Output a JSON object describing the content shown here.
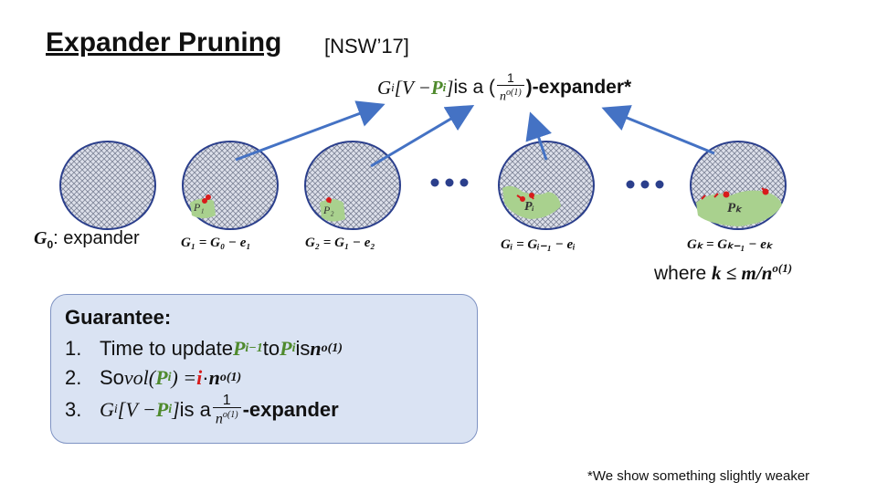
{
  "slide": {
    "title": "Expander Pruning",
    "citation": "[NSW’17]"
  },
  "headline": {
    "graph": "G",
    "graph_sub": "i",
    "bracket_open": "[V − ",
    "set": "P",
    "set_sub": "i",
    "bracket_close": "]",
    "is_a": " is a (",
    "frac_num": "1",
    "frac_den": "n",
    "frac_den_exp": "o(1)",
    "suffix": ")-expander*"
  },
  "g0": {
    "symbol": "G",
    "sub": "0",
    "text": ": expander"
  },
  "graphs": [
    {
      "label": "G₁ = G₀ − e₁",
      "patch": "P₁"
    },
    {
      "label": "G₂ = G₁ − e₂",
      "patch": "P₂"
    },
    {
      "label": "Gᵢ = Gᵢ₋₁ − eᵢ",
      "patch": "Pᵢ"
    },
    {
      "label": "Gₖ = Gₖ₋₁ − eₖ",
      "patch": "Pₖ"
    }
  ],
  "ellipsis": "•••",
  "where_text": "where ",
  "where_math": "k ≤ m/n",
  "where_exp": "o(1)",
  "guarantee": {
    "title": "Guarantee:",
    "items": [
      {
        "n": "1.",
        "text": "Time to update ",
        "a": "P",
        "a_sub": "i−1",
        "mid": " to ",
        "b": "P",
        "b_sub": "i",
        "tail": " is ",
        "c": "n",
        "c_exp": "o(1)"
      },
      {
        "n": "2.",
        "text": "So ",
        "vol": "vol(",
        "p": "P",
        "p_sub": "i",
        "close": ") = ",
        "i": "i",
        "dot": " · ",
        "c": "n",
        "c_exp": "o(1)"
      },
      {
        "n": "3.",
        "g": "G",
        "g_sub": "i",
        "br": "[V − ",
        "p": "P",
        "p_sub": "i",
        "br2": "]",
        "isa": " is a ",
        "num": "1",
        "den": "n",
        "den_exp": "o(1)",
        "tail": "-expander"
      }
    ]
  },
  "footnote": "*We show something slightly weaker",
  "colors": {
    "graph_fill": "#aeb4c6",
    "graph_stroke": "#2b3f8c",
    "patch": "#a9d18e",
    "arrow": "#4472c4",
    "edge": "#d81b1b",
    "box_bg": "#dae3f3"
  }
}
